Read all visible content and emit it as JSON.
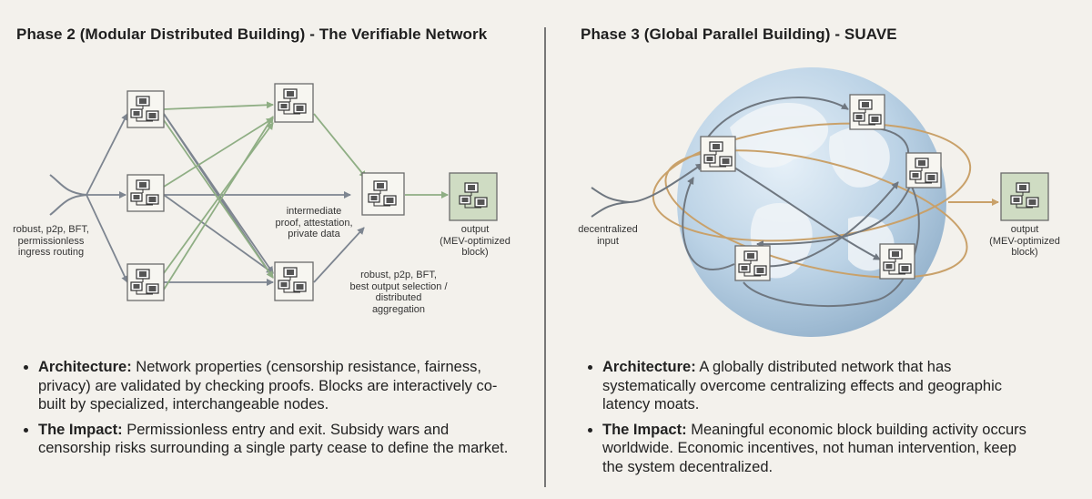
{
  "left": {
    "title": "Phase 2 (Modular Distributed Building) - The Verifiable Network",
    "labels": {
      "ingress": "robust, p2p, BFT,\npermissionless\ningress routing",
      "intermediate": "intermediate\nproof, attestation,\nprivate data",
      "selection": "robust, p2p, BFT,\nbest output selection /\ndistributed\naggregation",
      "output": "output\n(MEV-optimized\nblock)"
    },
    "bullets": [
      {
        "head": "Architecture:",
        "text": " Network properties (censorship resistance, fairness, privacy) are validated by checking proofs. Blocks are interactively co-built by specialized, interchangeable nodes."
      },
      {
        "head": "The Impact:",
        "text": " Permissionless entry and exit. Subsidy wars and censorship risks surrounding a single party cease to define the market."
      }
    ]
  },
  "right": {
    "title": "Phase 3 (Global Parallel Building) - SUAVE",
    "labels": {
      "input": "decentralized\ninput",
      "output": "output\n(MEV-optimized\nblock)"
    },
    "bullets": [
      {
        "head": "Architecture:",
        "text": " A globally distributed network that has systematically overcome centralizing effects and geographic latency moats."
      },
      {
        "head": "The Impact:",
        "text": " Meaningful economic block building activity occurs worldwide. Economic incentives, not human intervention, keep the system decentralized."
      }
    ]
  },
  "colors": {
    "gray_arrow": "#7d8590",
    "green_arrow": "#8fae84",
    "orange_orbit": "#c9a16a",
    "node_bg": "#f7f6f1",
    "output_bg": "#cfdcc3",
    "globe": "#bcd3e6"
  }
}
